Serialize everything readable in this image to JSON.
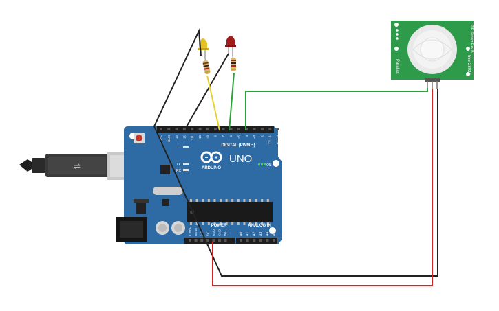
{
  "board": {
    "model_label": "UNO",
    "brand_label": "ARDUINO",
    "digital_header_label": "DIGITAL (PWM ~)",
    "power_label": "POWER",
    "analog_label": "ANALOG IN",
    "on_label": "ON",
    "l_label": "L",
    "tx_label": "TX",
    "rx_label": "RX",
    "digital_pins": [
      "AREF",
      "GND",
      "13",
      "12",
      "~11",
      "~10",
      "~9",
      "8",
      "7",
      "~6",
      "~5",
      "4",
      "~3",
      "2",
      "TX→1",
      "RX←0"
    ],
    "power_pins": [
      "IOREF",
      "RESET",
      "3.3V",
      "5V",
      "GND",
      "GND",
      "Vin"
    ],
    "analog_pins": [
      "A0",
      "A1",
      "A2",
      "A3",
      "A4",
      "A5"
    ],
    "board_color": "#2e6aa3"
  },
  "pir_sensor": {
    "label_part": "555-28027",
    "label_side_left": "Parallax",
    "label_side_right": "PIR Sensor Rev B",
    "board_color": "#2d9b4a"
  },
  "leds": [
    {
      "name": "yellow",
      "color": "#e6c229"
    },
    {
      "name": "red",
      "color": "#a31b1b"
    }
  ],
  "wires": {
    "yellow": "#e8d02a",
    "green": "#2aa33a",
    "red": "#d42424",
    "black": "#222222"
  }
}
